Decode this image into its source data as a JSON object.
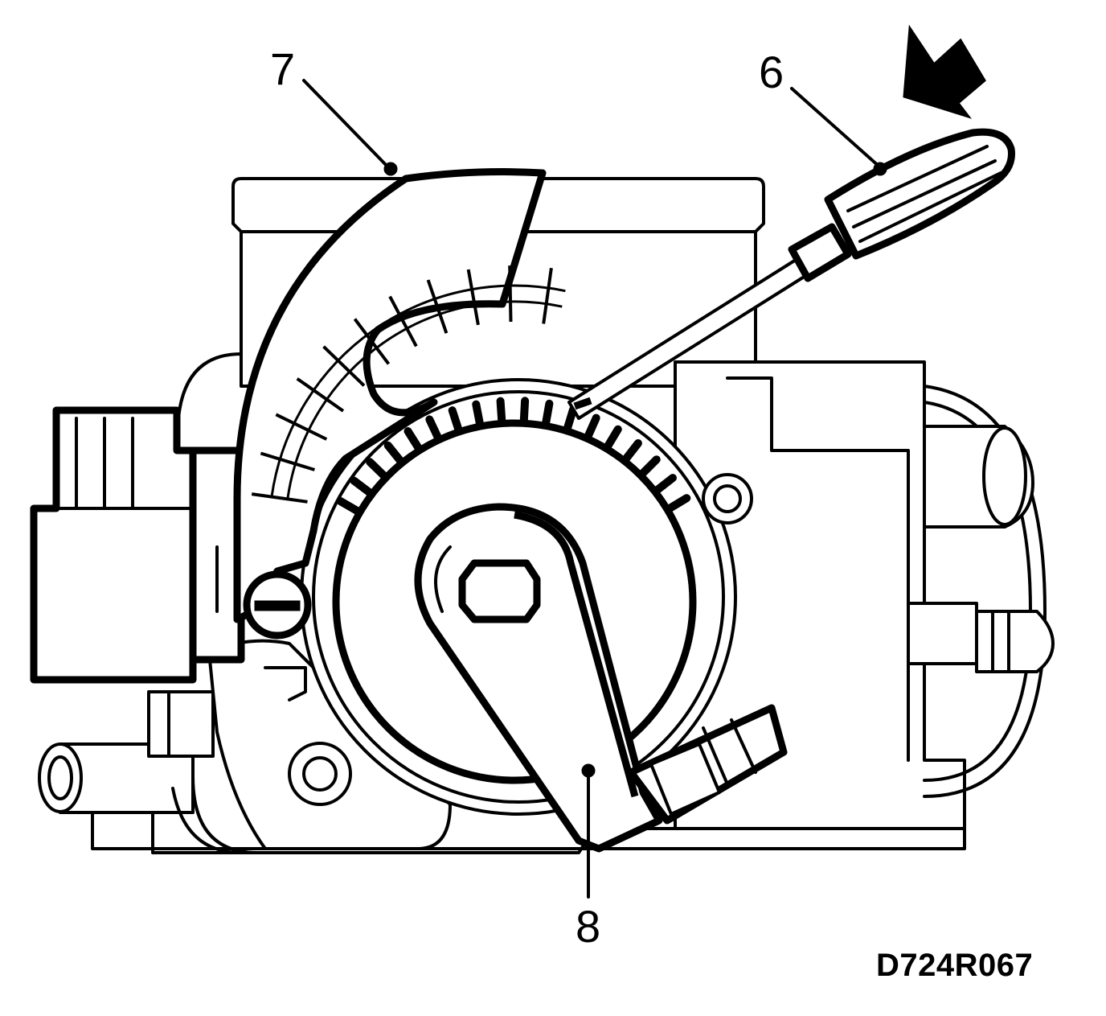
{
  "figure": {
    "callouts": [
      {
        "number": "7",
        "target": "segment-sensor-cover"
      },
      {
        "number": "6",
        "target": "screwdriver"
      },
      {
        "number": "8",
        "target": "throttle-lever"
      }
    ],
    "figure_code": "D724R067"
  },
  "colors": {
    "line": "#000000",
    "background": "#ffffff"
  },
  "icons": {
    "direction_arrow": "arrow-down-left-icon"
  }
}
